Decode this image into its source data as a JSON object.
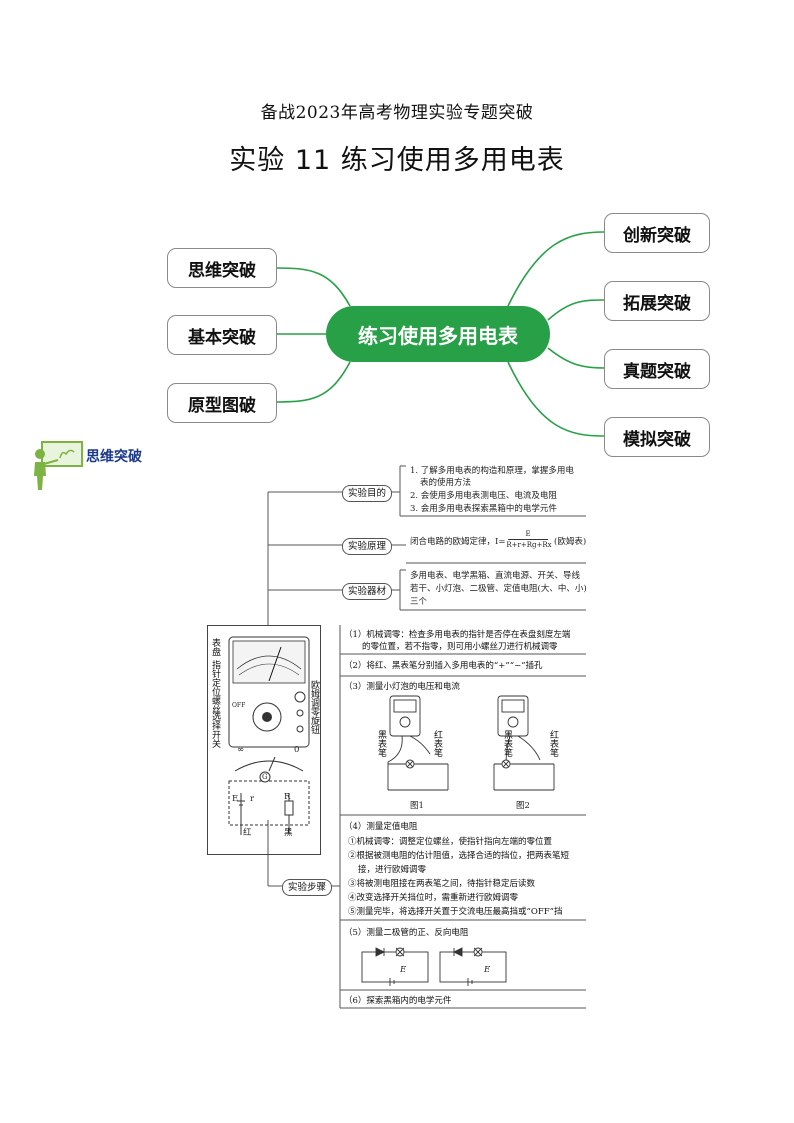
{
  "header": {
    "subtitle": "备战2023年高考物理实验专题突破",
    "title": "实验 11  练习使用多用电表"
  },
  "mindmap": {
    "center": "练习使用多用电表",
    "left": [
      "思维突破",
      "基本突破",
      "原型图破"
    ],
    "right": [
      "创新突破",
      "拓展突破",
      "真题突破",
      "模拟突破"
    ],
    "colors": {
      "center": "#27a047",
      "border": "#8a8a8a"
    }
  },
  "section": {
    "title": "思维突破",
    "icon": "teacher-board-icon"
  },
  "tree": {
    "purpose": {
      "tag": "实验目的",
      "items": [
        "1. 了解多用电表的构造和原理，掌握多用电",
        "表的使用方法",
        "2. 会使用多用电表测电压、电流及电阻",
        "3. 会用多用电表探索黑箱中的电学元件"
      ]
    },
    "principle": {
      "tag": "实验原理",
      "text_a": "闭合电路的欧姆定律，I=",
      "numerator": "E",
      "denominator": "R+r+Rg+Rx",
      "text_b": "(欧姆表)"
    },
    "equipment": {
      "tag": "实验器材",
      "items": [
        "多用电表、电学黑箱、直流电源、开关、导线",
        "若干、小灯泡、二极管、定值电阻(大、中、小)",
        "三个"
      ]
    },
    "steps": {
      "tag": "实验步骤",
      "s1": [
        "（1）机械调零：检查多用电表的指针是否停在表盘刻度左端",
        "的零位置，若不指零，则可用小螺丝刀进行机械调零"
      ],
      "s2": "（2）将红、黑表笔分别插入多用电表的“+”“−”插孔",
      "s3": "（3）测量小灯泡的电压和电流",
      "s3_labels": {
        "black": "黑表笔",
        "red": "红表笔",
        "fig1": "图1",
        "fig2": "图2"
      },
      "s4": [
        "（4）测量定值电阻",
        "①机械调零：调整定位螺丝，使指针指向左端的零位置",
        "②根据被测电阻的估计阻值，选择合适的挡位，把两表笔短",
        "接，进行欧姆调零",
        "③将被测电阻接在两表笔之间，待指针稳定后读数",
        "④改变选择开关挡位时，需重新进行欧姆调零",
        "⑤测量完毕，将选择开关置于交流电压最高挡或“OFF”挡"
      ],
      "s5": "（5）测量二极管的正、反向电阻",
      "s5_e": "E",
      "s6": "（6）探索黑箱内的电学元件"
    },
    "meter": {
      "left_labels": [
        "表盘",
        "指针定位螺丝",
        "选择开关"
      ],
      "right_label": "欧姆调零旋钮",
      "scale_inf": "∞",
      "scale_zero": "0",
      "g": "G",
      "e_label": "E",
      "r_label": "r",
      "R_label": "R",
      "red": "红",
      "black": "黑",
      "off": "OFF"
    }
  }
}
